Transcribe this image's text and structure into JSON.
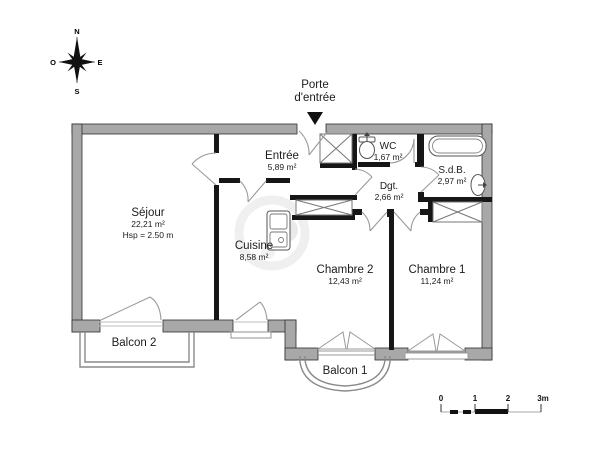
{
  "compass": {
    "north": "N",
    "south": "S",
    "east": "E",
    "west": "O"
  },
  "entrance_label": {
    "line1": "Porte",
    "line2": "d'entrée"
  },
  "rooms": {
    "sejour": {
      "name": "Séjour",
      "area": "22,21 m²",
      "note": "Hsp = 2.50 m"
    },
    "entree": {
      "name": "Entrée",
      "area": "5,89 m²"
    },
    "wc": {
      "name": "WC",
      "area": "1,67 m²"
    },
    "sdb": {
      "name": "S.d.B.",
      "area": "2,97 m²"
    },
    "dgt": {
      "name": "Dgt.",
      "area": "2,66 m²"
    },
    "cuisine": {
      "name": "Cuisine",
      "area": "8,58 m²"
    },
    "chambre2": {
      "name": "Chambre 2",
      "area": "12,43 m²"
    },
    "chambre1": {
      "name": "Chambre 1",
      "area": "11,24 m²"
    },
    "balcon2": {
      "name": "Balcon 2"
    },
    "balcon1": {
      "name": "Balcon 1"
    }
  },
  "scale_bar": {
    "tick0": "0",
    "tick1": "1",
    "tick2": "2",
    "tick3": "3m"
  },
  "icons": {
    "compass": "compass-rose-icon",
    "entrance_arrow": "entrance-arrow-icon",
    "bathtub": "bathtub-icon",
    "toilet": "toilet-icon",
    "bathroom_sink": "sink-icon",
    "kitchen_sink": "kitchen-sink-icon",
    "closet": "closet-x-icon",
    "window": "casement-window-icon"
  },
  "colors": {
    "wall_fill": "#a8a8a8",
    "wall_outline": "#2e2e2e",
    "interior_wall": "#161616",
    "thin_line": "#9a9a9a",
    "text": "#1c1c1c"
  }
}
